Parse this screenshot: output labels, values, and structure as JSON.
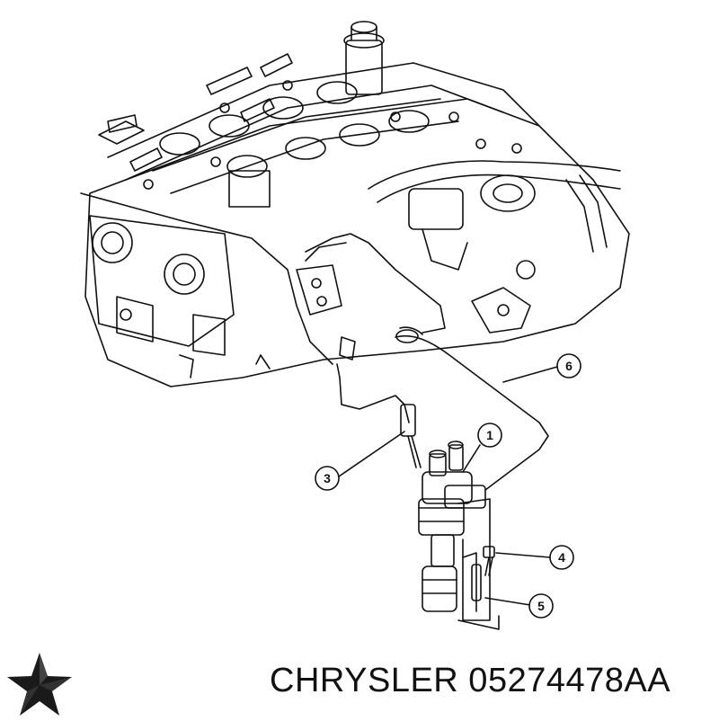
{
  "diagram": {
    "callouts": [
      {
        "id": "1",
        "label": "1"
      },
      {
        "id": "3",
        "label": "3"
      },
      {
        "id": "4",
        "label": "4"
      },
      {
        "id": "5",
        "label": "5"
      },
      {
        "id": "6",
        "label": "6"
      }
    ]
  },
  "footer": {
    "part_caption": "CHRYSLER 05274478AA",
    "logo_icon": "pentastar-logo-icon"
  },
  "colors": {
    "line": "#111111",
    "background": "#ffffff"
  }
}
